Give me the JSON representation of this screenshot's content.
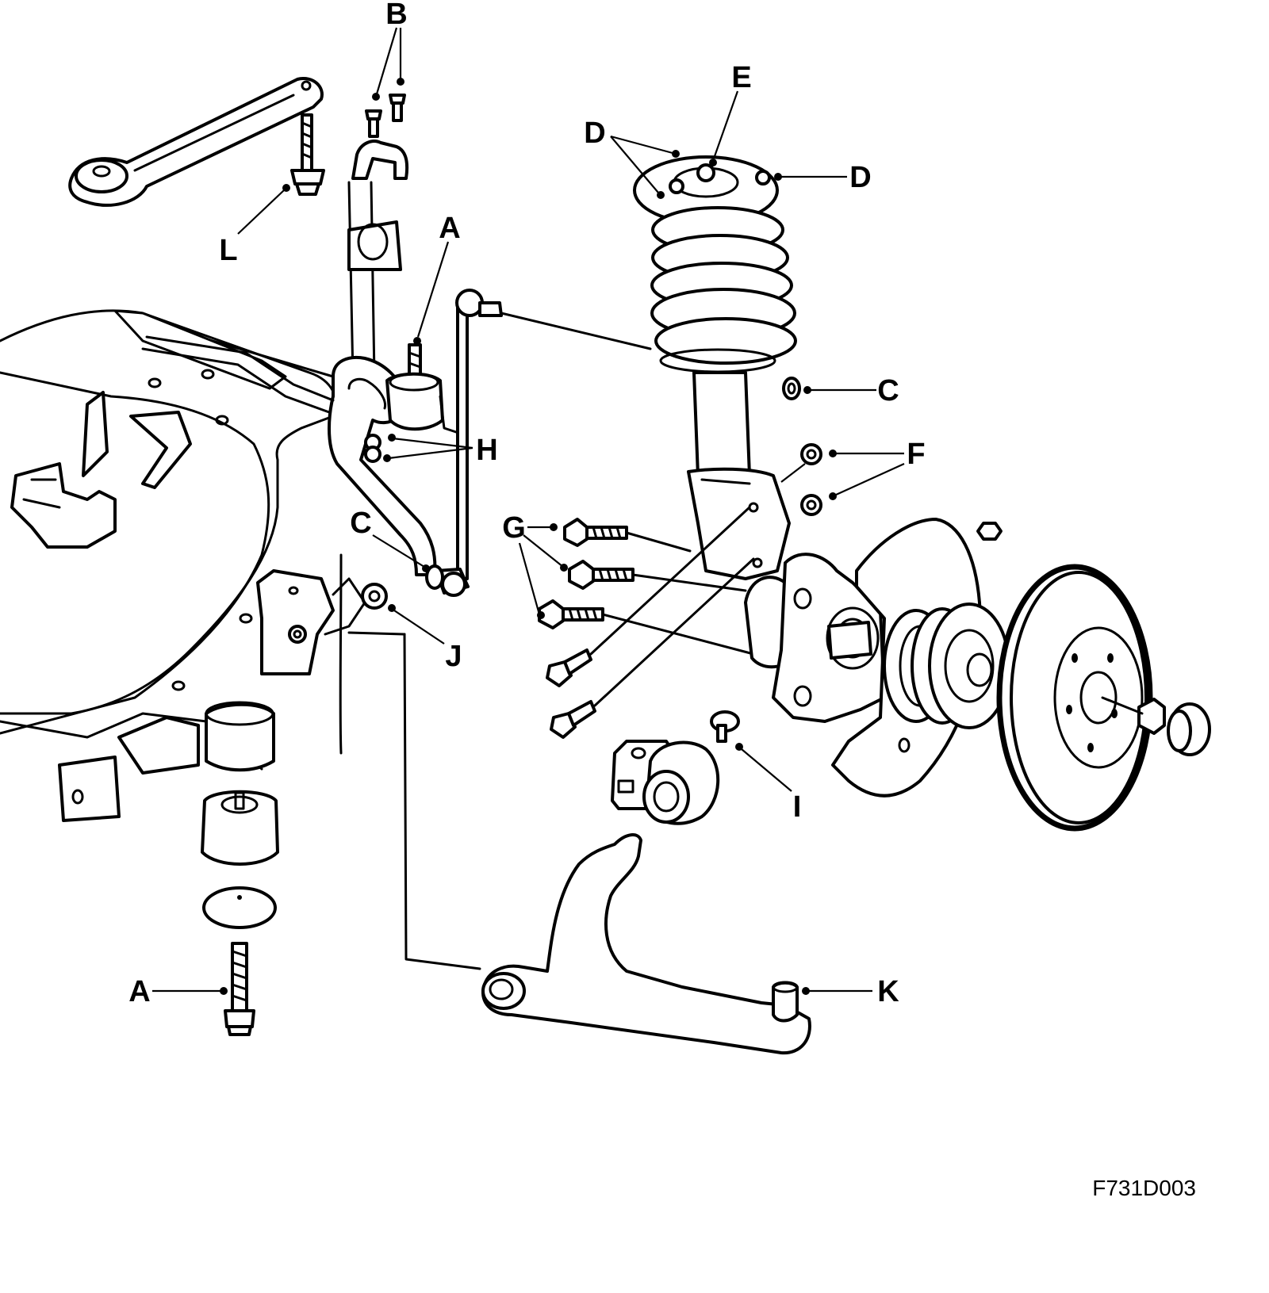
{
  "figure_ref": "F731D003",
  "callouts": {
    "A_top": "A",
    "A_bottom": "A",
    "B": "B",
    "C_right": "C",
    "C_left": "C",
    "D_left": "D",
    "D_right": "D",
    "E": "E",
    "F": "F",
    "G": "G",
    "H": "H",
    "I": "I",
    "J": "J",
    "K": "K",
    "L": "L"
  },
  "colors": {
    "ink": "#000000",
    "paper": "#ffffff"
  }
}
